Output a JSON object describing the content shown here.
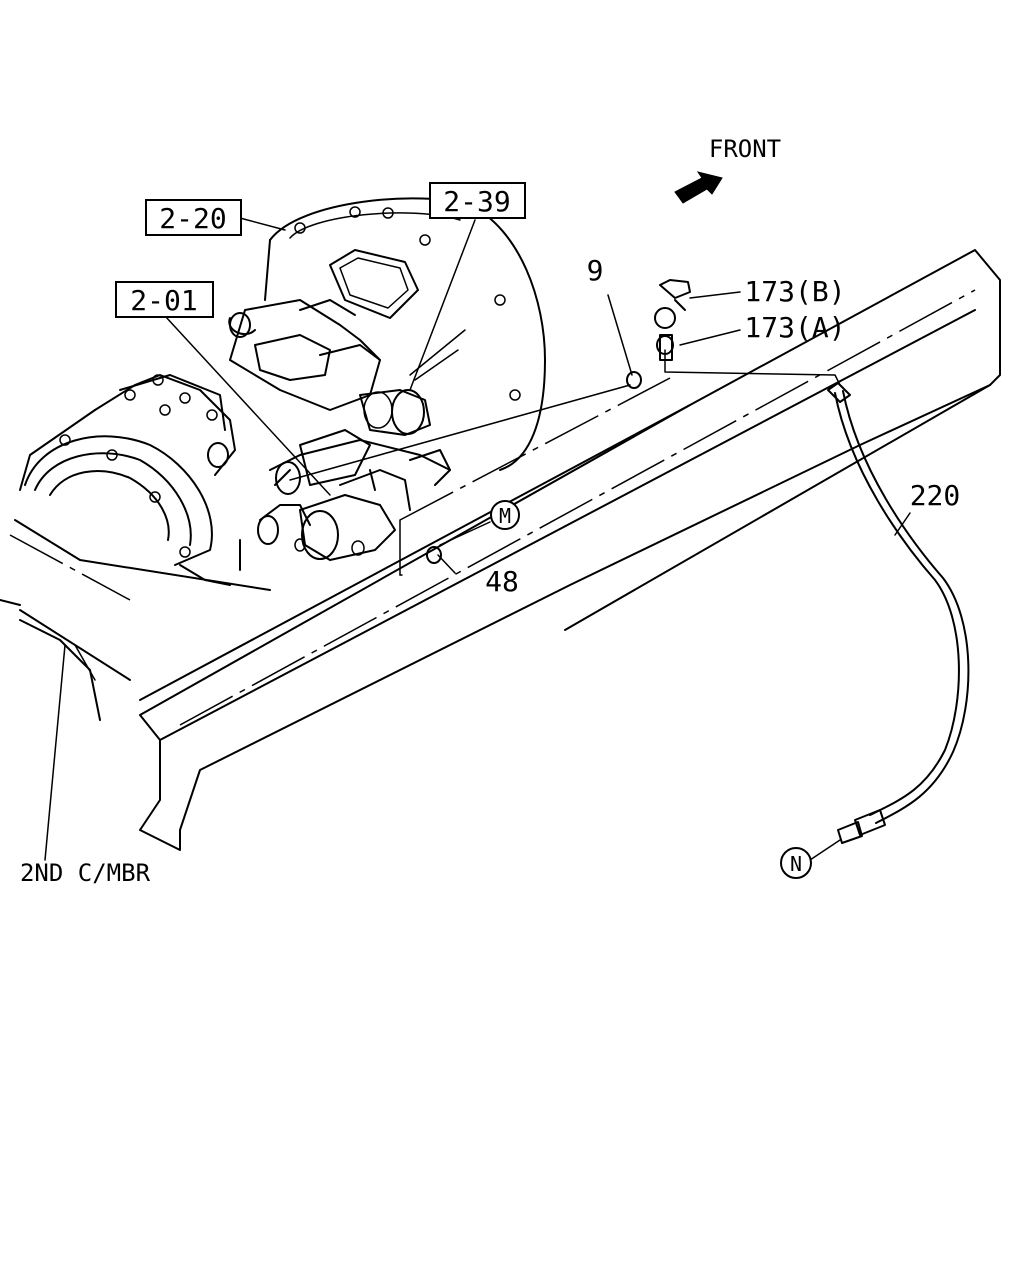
{
  "labels": {
    "front": "FRONT",
    "ref_2_20": "2-20",
    "ref_2_39": "2-39",
    "ref_2_01": "2-01",
    "part_9": "9",
    "part_173b": "173(B)",
    "part_173a": "173(A)",
    "part_220": "220",
    "part_48": "48",
    "circle_m": "M",
    "circle_n": "N",
    "crossmember": "2ND C/MBR"
  },
  "icons": {
    "front_arrow": "arrow-icon"
  }
}
